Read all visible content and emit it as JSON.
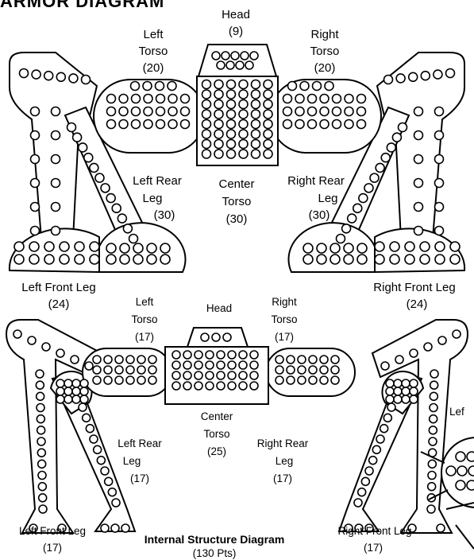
{
  "armor": {
    "title": "ARMOR DIAGRAM",
    "head": {
      "name": "Head",
      "value": "(9)"
    },
    "left_torso": {
      "line1": "Left",
      "line2": "Torso",
      "value": "(20)"
    },
    "right_torso": {
      "line1": "Right",
      "line2": "Torso",
      "value": "(20)"
    },
    "center_torso": {
      "line1": "Center",
      "line2": "Torso",
      "value": "(30)"
    },
    "left_rear_leg": {
      "line1": "Left Rear",
      "line2": "Leg",
      "value": "(30)"
    },
    "right_rear_leg": {
      "line1": "Right Rear",
      "line2": "Leg",
      "value": "(30)"
    },
    "left_front_leg": {
      "name": "Left Front Leg",
      "value": "(24)"
    },
    "right_front_leg": {
      "name": "Right Front Leg",
      "value": "(24)"
    }
  },
  "internal": {
    "title": "Internal Structure Diagram",
    "points": "(130 Pts)",
    "head": {
      "name": "Head"
    },
    "left_torso": {
      "line1": "Left",
      "line2": "Torso",
      "value": "(17)"
    },
    "right_torso": {
      "line1": "Right",
      "line2": "Torso",
      "value": "(17)"
    },
    "center_torso": {
      "line1": "Center",
      "line2": "Torso",
      "value": "(25)"
    },
    "left_rear_leg": {
      "line1": "Left Rear",
      "line2": "Leg",
      "value": "(17)"
    },
    "right_rear_leg": {
      "line1": "Right Rear",
      "line2": "Leg",
      "value": "(17)"
    },
    "left_front_leg": {
      "name": "Left Front Leg",
      "value": "(17)"
    },
    "right_front_leg": {
      "name": "Right Front Leg",
      "value": "(17)"
    }
  },
  "partial": {
    "label": "Lef"
  }
}
